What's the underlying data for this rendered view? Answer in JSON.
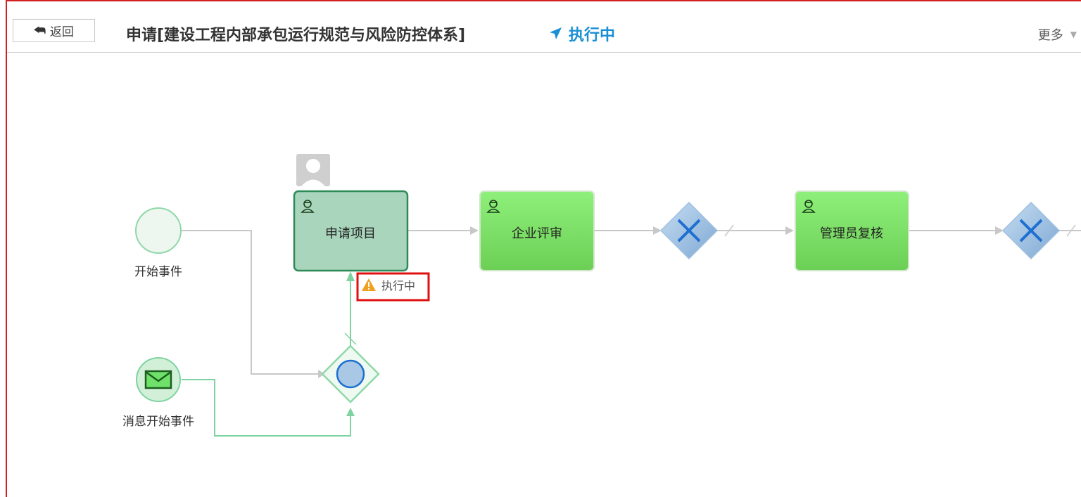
{
  "header": {
    "back_label": "返回",
    "title": "申请[建设工程内部承包运行规范与风险防控体系]",
    "status": "执行中",
    "more_label": "更多"
  },
  "diagram": {
    "nodes": {
      "start_event": "开始事件",
      "message_start_event": "消息开始事件",
      "task_apply": "申请项目",
      "task_review": "企业评审",
      "task_admin": "管理员复核",
      "running_badge": "执行中"
    },
    "colors": {
      "active_task_fill": "#a8d5bb",
      "active_task_border": "#2e8b57",
      "done_task_fill": "#7fe06a",
      "flow_done": "#7ed3a0",
      "flow_pending": "#c8c8c8",
      "gateway_fill": "#a9c8e6",
      "accent": "#1a8fd4",
      "highlight_box": "#e01010"
    },
    "icons": [
      "back-arrow-icon",
      "navigation-arrow-icon",
      "caret-down-icon",
      "user-task-icon",
      "envelope-icon",
      "warning-icon",
      "avatar-icon"
    ]
  }
}
